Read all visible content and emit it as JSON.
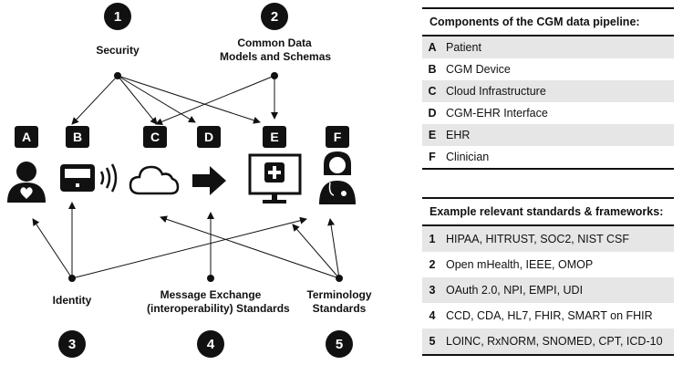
{
  "numbers": {
    "n1": "1",
    "n2": "2",
    "n3": "3",
    "n4": "4",
    "n5": "5"
  },
  "letters": {
    "A": "A",
    "B": "B",
    "C": "C",
    "D": "D",
    "E": "E",
    "F": "F"
  },
  "labels": {
    "security": "Security",
    "common_data_1": "Common Data",
    "common_data_2": "Models and Schemas",
    "identity": "Identity",
    "message_exchange_1": "Message Exchange",
    "message_exchange_2": "(interoperability) Standards",
    "terminology_1": "Terminology",
    "terminology_2": "Standards"
  },
  "components_table": {
    "title": "Components of the CGM data pipeline:",
    "rows": [
      {
        "key": "A",
        "value": "Patient"
      },
      {
        "key": "B",
        "value": "CGM Device"
      },
      {
        "key": "C",
        "value": "Cloud Infrastructure"
      },
      {
        "key": "D",
        "value": "CGM-EHR Interface"
      },
      {
        "key": "E",
        "value": "EHR"
      },
      {
        "key": "F",
        "value": "Clinician"
      }
    ]
  },
  "standards_table": {
    "title": "Example relevant standards & frameworks:",
    "rows": [
      {
        "key": "1",
        "value": "HIPAA, HITRUST, SOC2, NIST CSF"
      },
      {
        "key": "2",
        "value": "Open mHealth, IEEE, OMOP"
      },
      {
        "key": "3",
        "value": "OAuth 2.0, NPI, EMPI, UDI"
      },
      {
        "key": "4",
        "value": "CCD, CDA, HL7, FHIR, SMART on FHIR"
      },
      {
        "key": "5",
        "value": "LOINC, RxNORM, SNOMED, CPT, ICD-10"
      }
    ]
  },
  "icons": {
    "A": "patient-icon",
    "B": "cgm-device-icon",
    "C": "cloud-icon",
    "D": "arrow-right-icon",
    "E": "ehr-monitor-icon",
    "F": "clinician-icon"
  }
}
